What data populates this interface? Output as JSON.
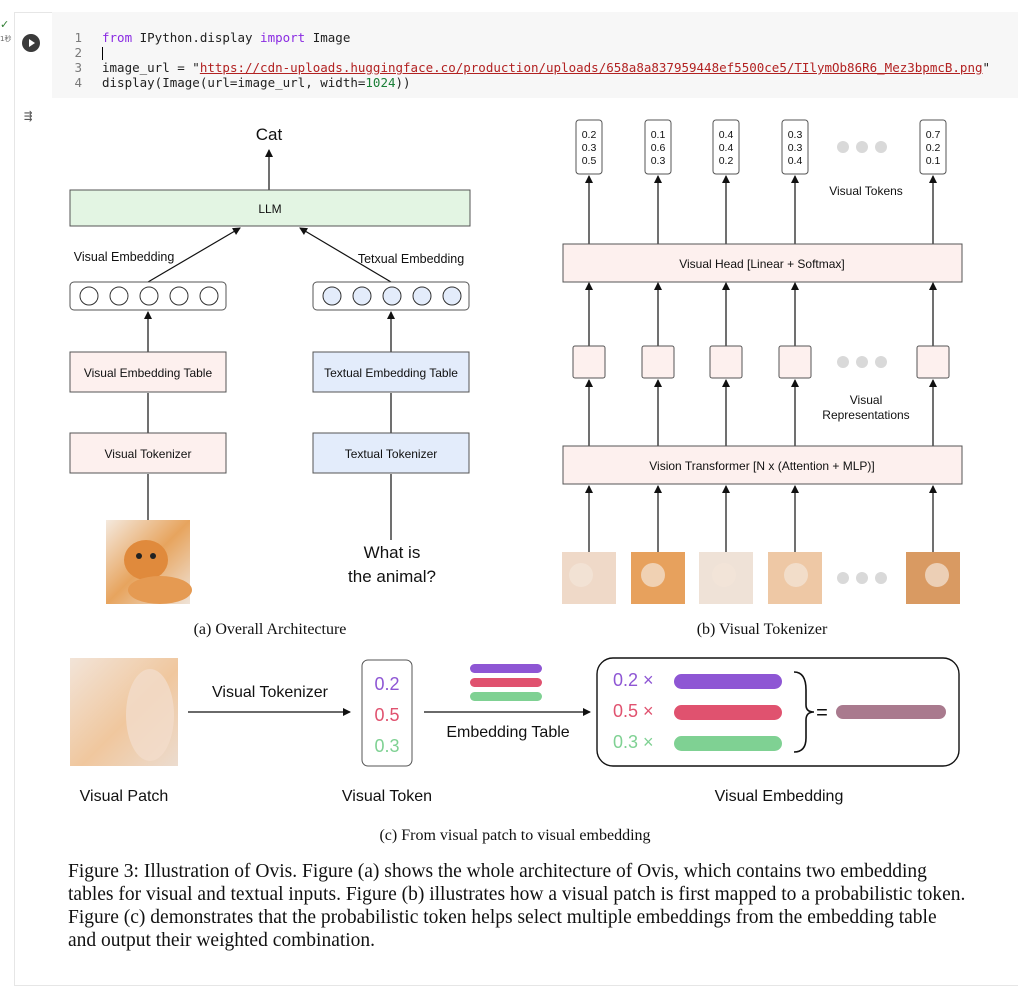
{
  "notebook": {
    "exec_time": "1秒",
    "code_lines": [
      {
        "n": "1",
        "parts": [
          {
            "t": "from",
            "c": "kw"
          },
          {
            "t": " IPython.display ",
            "c": ""
          },
          {
            "t": "import",
            "c": "kw"
          },
          {
            "t": " Image",
            "c": ""
          }
        ]
      },
      {
        "n": "2",
        "parts": []
      },
      {
        "n": "3",
        "parts": [
          {
            "t": "image_url = \"",
            "c": ""
          },
          {
            "t": "https://cdn-uploads.huggingface.co/production/uploads/658a8a837959448ef5500ce5/TIlymOb86R6_Mez3bpmcB.png",
            "c": "str"
          },
          {
            "t": "\"",
            "c": ""
          }
        ]
      },
      {
        "n": "4",
        "parts": [
          {
            "t": "display(Image(url=image_url, width=",
            "c": ""
          },
          {
            "t": "1024",
            "c": "num"
          },
          {
            "t": "))",
            "c": ""
          }
        ]
      }
    ]
  },
  "figure": {
    "a": {
      "output": "Cat",
      "llm": "LLM",
      "visual_embedding": "Visual Embedding",
      "textual_embedding": "Tetxual Embedding",
      "visual_table": "Visual Embedding Table",
      "textual_table": "Textual Embedding Table",
      "visual_tokenizer": "Visual Tokenizer",
      "textual_tokenizer": "Textual Tokenizer",
      "question_line1": "What is",
      "question_line2": "the animal?",
      "caption": "(a) Overall Architecture"
    },
    "b": {
      "tokens": [
        [
          "0.2",
          "0.3",
          "0.5"
        ],
        [
          "0.1",
          "0.6",
          "0.3"
        ],
        [
          "0.4",
          "0.4",
          "0.2"
        ],
        [
          "0.3",
          "0.3",
          "0.4"
        ],
        [
          "0.7",
          "0.2",
          "0.1"
        ]
      ],
      "visual_tokens": "Visual Tokens",
      "visual_head": "Visual Head [Linear + Softmax]",
      "visual_representations_1": "Visual",
      "visual_representations_2": "Representations",
      "vit": "Vision Transformer [N x (Attention + MLP)]",
      "caption": "(b) Visual Tokenizer"
    },
    "c": {
      "visual_tokenizer": "Visual Tokenizer",
      "token_values": [
        "0.2",
        "0.5",
        "0.3"
      ],
      "embedding_table": "Embedding Table",
      "weighted": [
        "0.2 ×",
        "0.5 ×",
        "0.3 ×"
      ],
      "equals": "=",
      "visual_patch": "Visual Patch",
      "visual_token": "Visual Token",
      "visual_embedding": "Visual Embedding",
      "caption": "(c) From visual patch to visual embedding"
    },
    "colors": {
      "purple": "#8e56d4",
      "red": "#e0526f",
      "green": "#7fd193",
      "mix": "#a97a8e",
      "llm_fill": "#e3f5e3",
      "visual_fill": "#fdf0ee",
      "textual_fill": "#e3ecfb"
    },
    "caption": "Figure 3: Illustration of Ovis. Figure (a) shows the whole architecture of Ovis, which contains two embedding tables for visual and textual inputs. Figure (b) illustrates how a visual patch is first mapped to a probabilistic token. Figure (c) demonstrates that the probabilistic token helps select multiple embeddings from the embedding table and output their weighted combination."
  }
}
